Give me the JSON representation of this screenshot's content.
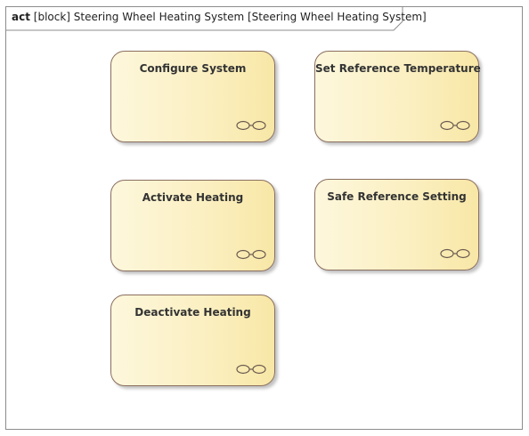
{
  "frame": {
    "keyword": "act",
    "title": "[block] Steering Wheel Heating System [Steering Wheel Heating System]"
  },
  "actions": [
    {
      "label": "Configure System"
    },
    {
      "label": "Set Reference Temperature"
    },
    {
      "label": "Activate Heating"
    },
    {
      "label": "Safe Reference Setting"
    },
    {
      "label": "Deactivate Heating"
    }
  ],
  "colors": {
    "action_fill": "#fbefc0",
    "action_border": "#8a6f5f",
    "frame_border": "#8c8c8c"
  },
  "icons": {
    "action_decoration": "rake-icon"
  }
}
